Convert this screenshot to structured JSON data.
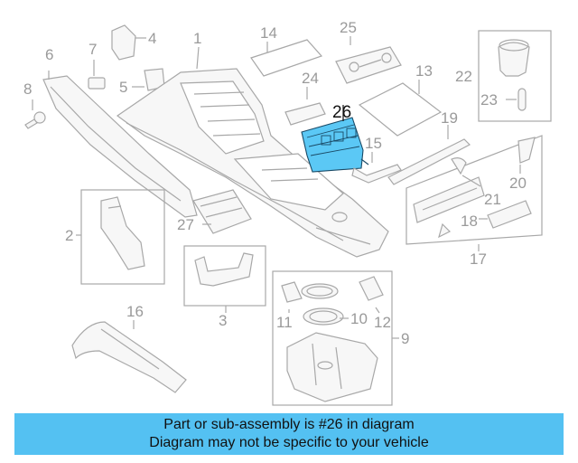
{
  "diagram": {
    "labels": {
      "n1": "1",
      "n2": "2",
      "n3": "3",
      "n4": "4",
      "n5": "5",
      "n6": "6",
      "n7": "7",
      "n8": "8",
      "n9": "9",
      "n10": "10",
      "n11": "11",
      "n12": "12",
      "n13": "13",
      "n14": "14",
      "n15": "15",
      "n16": "16",
      "n17": "17",
      "n18": "18",
      "n19": "19",
      "n20": "20",
      "n21": "21",
      "n22": "22",
      "n23": "23",
      "n24": "24",
      "n25": "25",
      "n26": "26",
      "n27": "27"
    },
    "highlighted_part": "26",
    "highlight_color": "#5bc8f5",
    "line_color": "#a8a8a8"
  },
  "banner": {
    "line1": "Part or sub-assembly is #26 in diagram",
    "line2": "Diagram may not be specific to your vehicle",
    "background": "#54c1f2"
  }
}
